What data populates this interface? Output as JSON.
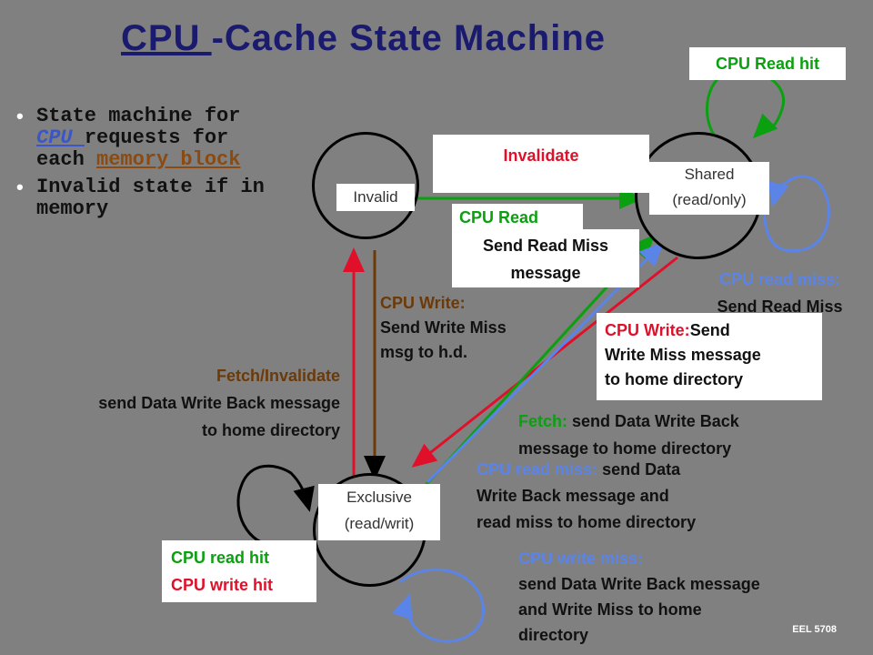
{
  "slide": {
    "title_part1": "CPU ",
    "title_part2": "-Cache State Machine",
    "bullet1_pre": "State machine for ",
    "bullet1_cpu": "CPU ",
    "bullet1_mid": "requests for each ",
    "bullet1_block": "memory block",
    "bullet2": "Invalid state if in memory",
    "footer": "EEL 5708"
  },
  "states": {
    "invalid": "Invalid",
    "shared_line1": "Shared",
    "shared_line2": "(read/only)",
    "exclusive_line1": "Exclusive",
    "exclusive_line2": "(read/writ)"
  },
  "transitions": {
    "cpu_read_hit": "CPU Read hit",
    "invalidate": "Invalidate",
    "cpu_read": "CPU Read",
    "send_read_miss_1": "Send Read Miss",
    "send_read_miss_2": "message",
    "cpu_read_miss_1": "CPU read miss:",
    "cpu_read_miss_2": "Send Read Miss",
    "cpu_write_label": "CPU Write:",
    "send_write_miss_1": "Send Write Miss",
    "send_write_miss_2": "msg to h.d.",
    "cpu_write_send_red": "CPU Write:",
    "cpu_write_send_1": "Send",
    "cpu_write_send_2": "Write Miss message",
    "cpu_write_send_3": "to home directory",
    "fetch_invalidate": "Fetch/Invalidate",
    "fetch_invalidate_2": "send Data Write Back message",
    "fetch_invalidate_3": "to home directory",
    "fetch_green": "Fetch:",
    "fetch_1": "send Data Write Back",
    "fetch_2": "message to home directory",
    "excl_read_miss_blue": "CPU read miss:",
    "excl_read_miss_1": "send Data",
    "excl_read_miss_2": "Write Back message and",
    "excl_read_miss_3": "read miss to home directory",
    "cpu_read_hit_excl": "CPU read hit",
    "cpu_write_hit_excl": "CPU write hit",
    "write_miss_blue": "CPU write miss:",
    "write_miss_1": "send Data Write Back message",
    "write_miss_2": "and Write Miss to home",
    "write_miss_3": "directory"
  },
  "colors": {
    "red": "#e0102a",
    "green": "#0aa010",
    "blue": "#5b84e8",
    "brown": "#6b3a08",
    "title": "#1a1a6e"
  }
}
